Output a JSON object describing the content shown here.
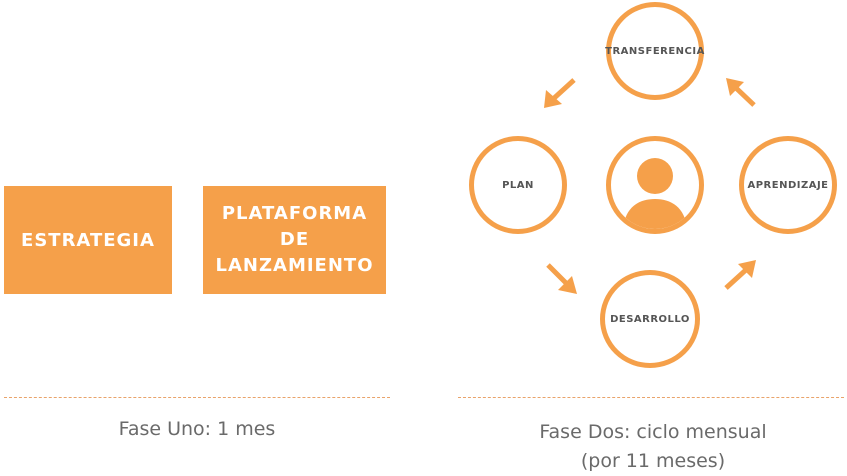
{
  "phase_one": {
    "boxes": {
      "strategy": "ESTRATEGIA",
      "platform_lines": [
        "PLATAFORMA",
        "DE",
        "LANZAMIENTO"
      ]
    },
    "label": "Fase Uno: 1 mes"
  },
  "phase_two": {
    "cycle_steps": {
      "transfer": "TRANSFERENCIA",
      "plan": "PLAN",
      "learning": "APRENDIZAJE",
      "development": "DESARROLLO"
    },
    "center_icon": "person-icon",
    "label_lines": [
      "Fase Dos: ciclo mensual",
      "(por 11 meses)"
    ]
  },
  "colors": {
    "accent": "#F5A04A",
    "text_gray": "#555555",
    "divider": "#E9A36A"
  }
}
